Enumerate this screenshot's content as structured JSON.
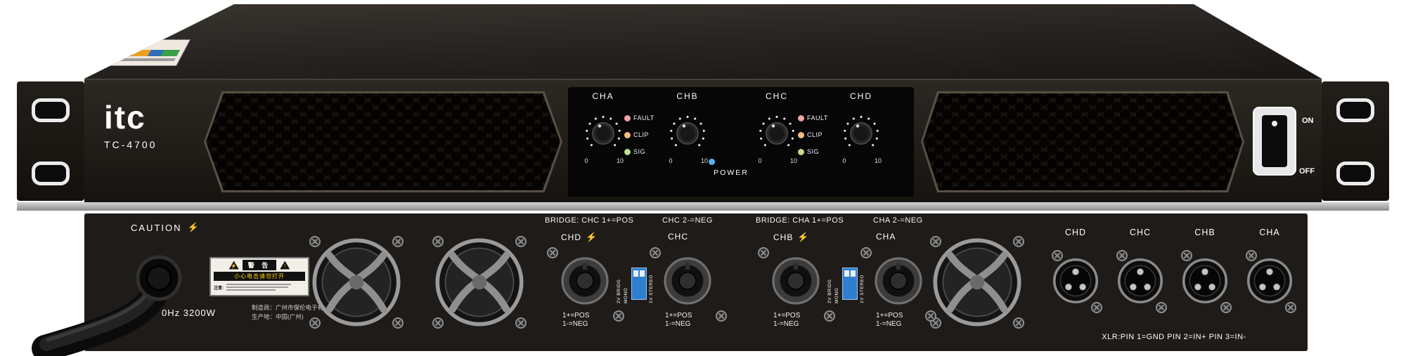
{
  "front": {
    "brand": "itc",
    "model": "TC-4700",
    "channels": [
      "CHA",
      "CHB",
      "CHC",
      "CHD"
    ],
    "knob_scale": {
      "min": "0",
      "max": "10"
    },
    "led_labels": [
      "FAULT",
      "CLIP",
      "SIG"
    ],
    "power_label": "POWER",
    "switch": {
      "on": "ON",
      "off": "OFF"
    }
  },
  "rear": {
    "caution": "CAUTION",
    "bolt_icon": "⚡",
    "warning": {
      "title": "警 告",
      "line": "小心电击请勿打开",
      "note": "注意:",
      "excl": "!"
    },
    "power_spec": "0Hz 3200W",
    "maker_line1": "制造商：广州市保伦电子有限公司",
    "maker_line2": "生产地：中国(广州)",
    "bridge_left_a": "BRIDGE: CHC 1+=POS",
    "bridge_left_b": "CHC 2-=NEG",
    "bridge_right_a": "BRIDGE: CHA 1+=POS",
    "bridge_right_b": "CHA 2-=NEG",
    "speakon_channels": [
      "CHD",
      "CHC",
      "CHB",
      "CHA"
    ],
    "polarity": {
      "pos": "1+=POS",
      "neg": "1-=NEG"
    },
    "dip": {
      "left": "2V BRIDG MONO",
      "right": "1V STEREO"
    },
    "xlr_channels": [
      "CHD",
      "CHC",
      "CHB",
      "CHA"
    ],
    "xlr_note": "XLR:PIN 1=GND PIN 2=IN+ PIN 3=IN-"
  },
  "colors": {
    "chassis": "#24201c",
    "panel_black": "#060606",
    "silver": "#b3b3b3",
    "rear_panel": "#1e1b18",
    "led_fault": "#f2a3a3",
    "led_clip": "#f5bd7d",
    "led_sig": "#bfdb92",
    "led_power": "#57b3ef",
    "dip_blue": "#2f7fd0"
  }
}
